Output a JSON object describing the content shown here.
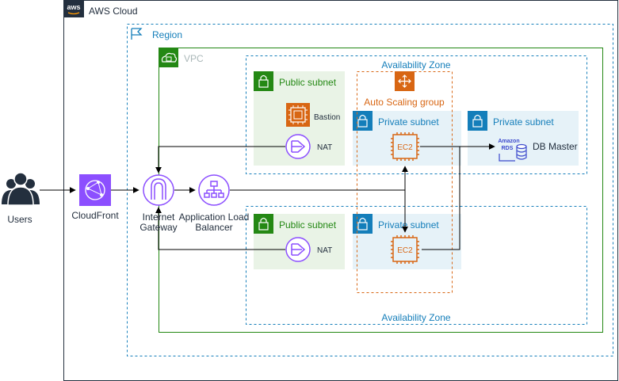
{
  "groups": {
    "aws_cloud": "AWS Cloud",
    "aws_badge": "aws",
    "region": "Region",
    "vpc": "VPC",
    "az_top": "Availability Zone",
    "az_bottom": "Availability Zone",
    "asg": "Auto Scaling group",
    "public_subnet_top": "Public subnet",
    "public_subnet_bottom": "Public subnet",
    "private_subnet_top": "Private subnet",
    "private_subnet_db": "Private subnet",
    "private_subnet_bottom": "Private subnet"
  },
  "nodes": {
    "users": "Users",
    "cloudfront": "CloudFront",
    "igw_line1": "Internet",
    "igw_line2": "Gateway",
    "alb_line1": "Application Load",
    "alb_line2": "Balancer",
    "bastion": "Bastion",
    "nat_top": "NAT",
    "nat_bottom": "NAT",
    "ec2_top": "EC2",
    "ec2_bottom": "EC2",
    "rds_badge_1": "Amazon",
    "rds_badge_2": "RDS",
    "db_master": "DB Master"
  },
  "colors": {
    "region": "#147eba",
    "vpc": "#248814",
    "public_subnet_fill": "#e9f3e6",
    "private_subnet_fill": "#e6f2f8",
    "asg": "#d86613",
    "aws_dark": "#232f3e",
    "cloudfront": "#8c4fff"
  }
}
